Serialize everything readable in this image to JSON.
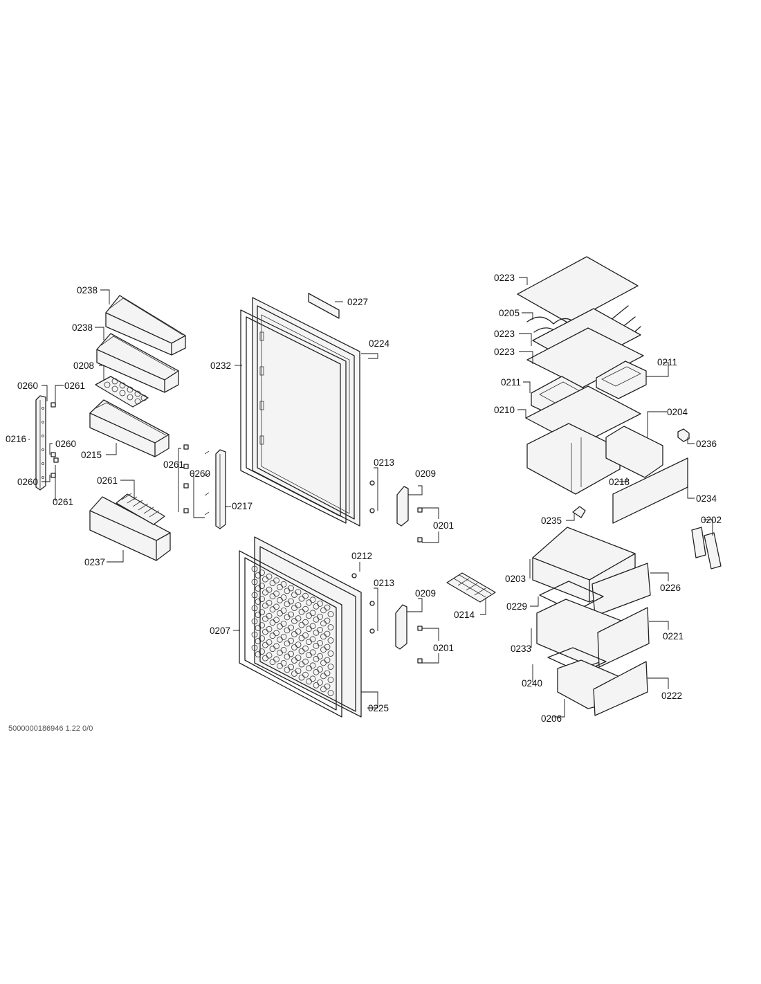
{
  "diagram": {
    "labels": {
      "p0201": "0201",
      "p0202": "0202",
      "p0203": "0203",
      "p0204": "0204",
      "p0205": "0205",
      "p0206": "0206",
      "p0207": "0207",
      "p0208": "0208",
      "p0209": "0209",
      "p0210": "0210",
      "p0211": "0211",
      "p0212": "0212",
      "p0213": "0213",
      "p0214": "0214",
      "p0215": "0215",
      "p0216": "0216",
      "p0217": "0217",
      "p0218": "0218",
      "p0221": "0221",
      "p0222": "0222",
      "p0223": "0223",
      "p0224": "0224",
      "p0225": "0225",
      "p0226": "0226",
      "p0227": "0227",
      "p0229": "0229",
      "p0232": "0232",
      "p0233": "0233",
      "p0234": "0234",
      "p0235": "0235",
      "p0236": "0236",
      "p0237": "0237",
      "p0238": "0238",
      "p0240": "0240",
      "p0260": "0260",
      "p0261": "0261"
    },
    "footer_code": "5000000186946  1.22  0/0"
  }
}
